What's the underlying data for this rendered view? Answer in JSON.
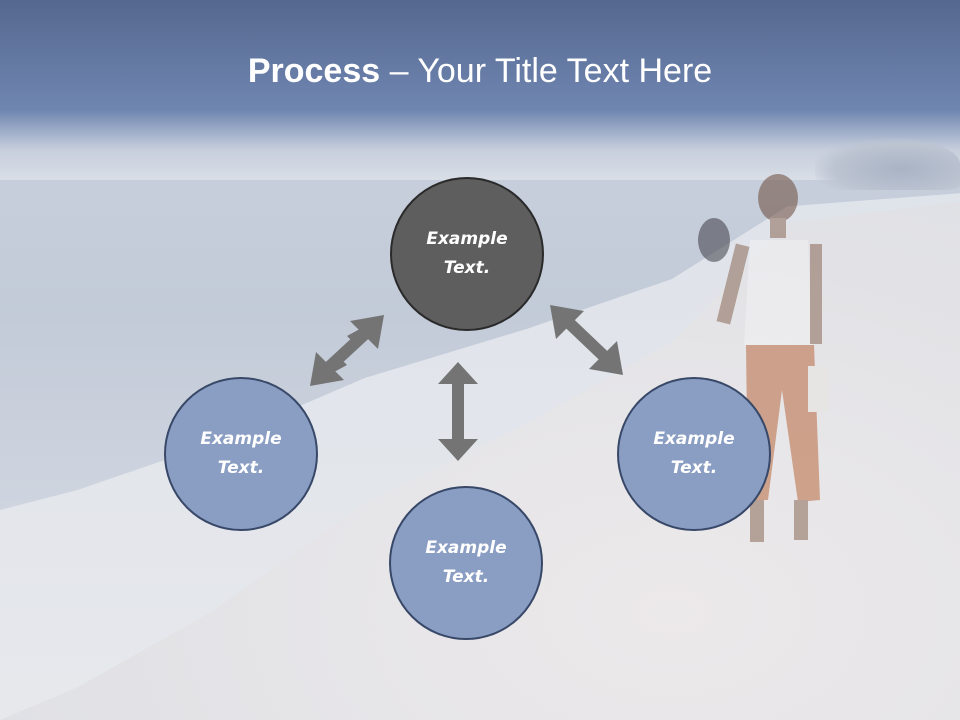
{
  "slide": {
    "title_bold": "Process",
    "title_rest": " – Your Title Text Here",
    "circles": {
      "top": {
        "line1": "Example",
        "line2": "Text."
      },
      "left": {
        "line1": "Example",
        "line2": "Text."
      },
      "bottom": {
        "line1": "Example",
        "line2": "Text."
      },
      "right": {
        "line1": "Example",
        "line2": "Text."
      }
    }
  },
  "colors": {
    "center_circle": "#5e5e5e",
    "outer_circle": "#8a9dc2",
    "arrow": "#747474",
    "title_text": "#ffffff"
  }
}
